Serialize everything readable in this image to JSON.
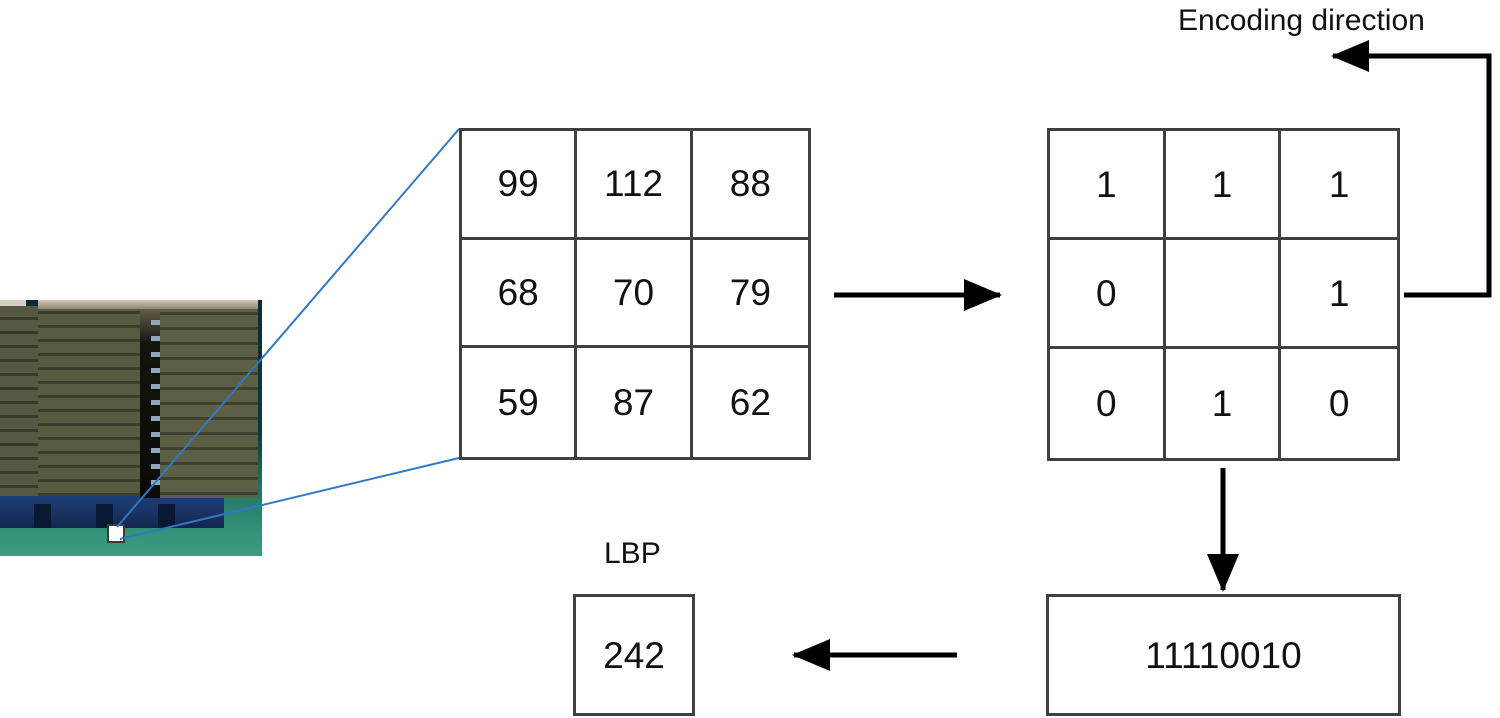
{
  "figure": {
    "title_label": "Encoding direction",
    "lbp_caption": "LBP"
  },
  "source_image": {
    "name": "pallet-of-stacked-boxes-photo",
    "description": "photograph of stacked olive boxes on a blue pallet",
    "marker": "sampled-pixel-marker"
  },
  "neighborhood_grid": {
    "name": "gray-level-neighborhood",
    "cells": [
      "99",
      "112",
      "88",
      "68",
      "70",
      "79",
      "59",
      "87",
      "62"
    ],
    "center_value": "70"
  },
  "threshold_grid": {
    "name": "thresholded-binary-neighborhood",
    "cells": [
      "1",
      "1",
      "1",
      "0",
      "",
      "1",
      "0",
      "1",
      "0"
    ]
  },
  "binary_string": {
    "value": "11110010"
  },
  "lbp_value": {
    "value": "242"
  },
  "colors": {
    "border": "#404040",
    "arrow": "#000000",
    "leader_line": "#2f79c4",
    "text": "#111111",
    "background": "#ffffff"
  },
  "chart_data": {
    "type": "diagram",
    "title": "Local Binary Pattern (LBP) computation",
    "steps": [
      {
        "name": "source-image",
        "label": "pallet photograph with sampled pixel"
      },
      {
        "name": "neighborhood",
        "label": "3x3 gray values",
        "values": [
          99,
          112,
          88,
          68,
          70,
          79,
          59,
          87,
          62
        ],
        "center": 70
      },
      {
        "name": "threshold",
        "label": "binary threshold vs center",
        "values": [
          1,
          1,
          1,
          0,
          null,
          1,
          0,
          1,
          0
        ]
      },
      {
        "name": "encode",
        "label": "clockwise binary string",
        "value": "11110010"
      },
      {
        "name": "decimal",
        "label": "LBP decimal code",
        "value": 242
      }
    ],
    "annotations": [
      "Encoding direction",
      "LBP"
    ]
  }
}
